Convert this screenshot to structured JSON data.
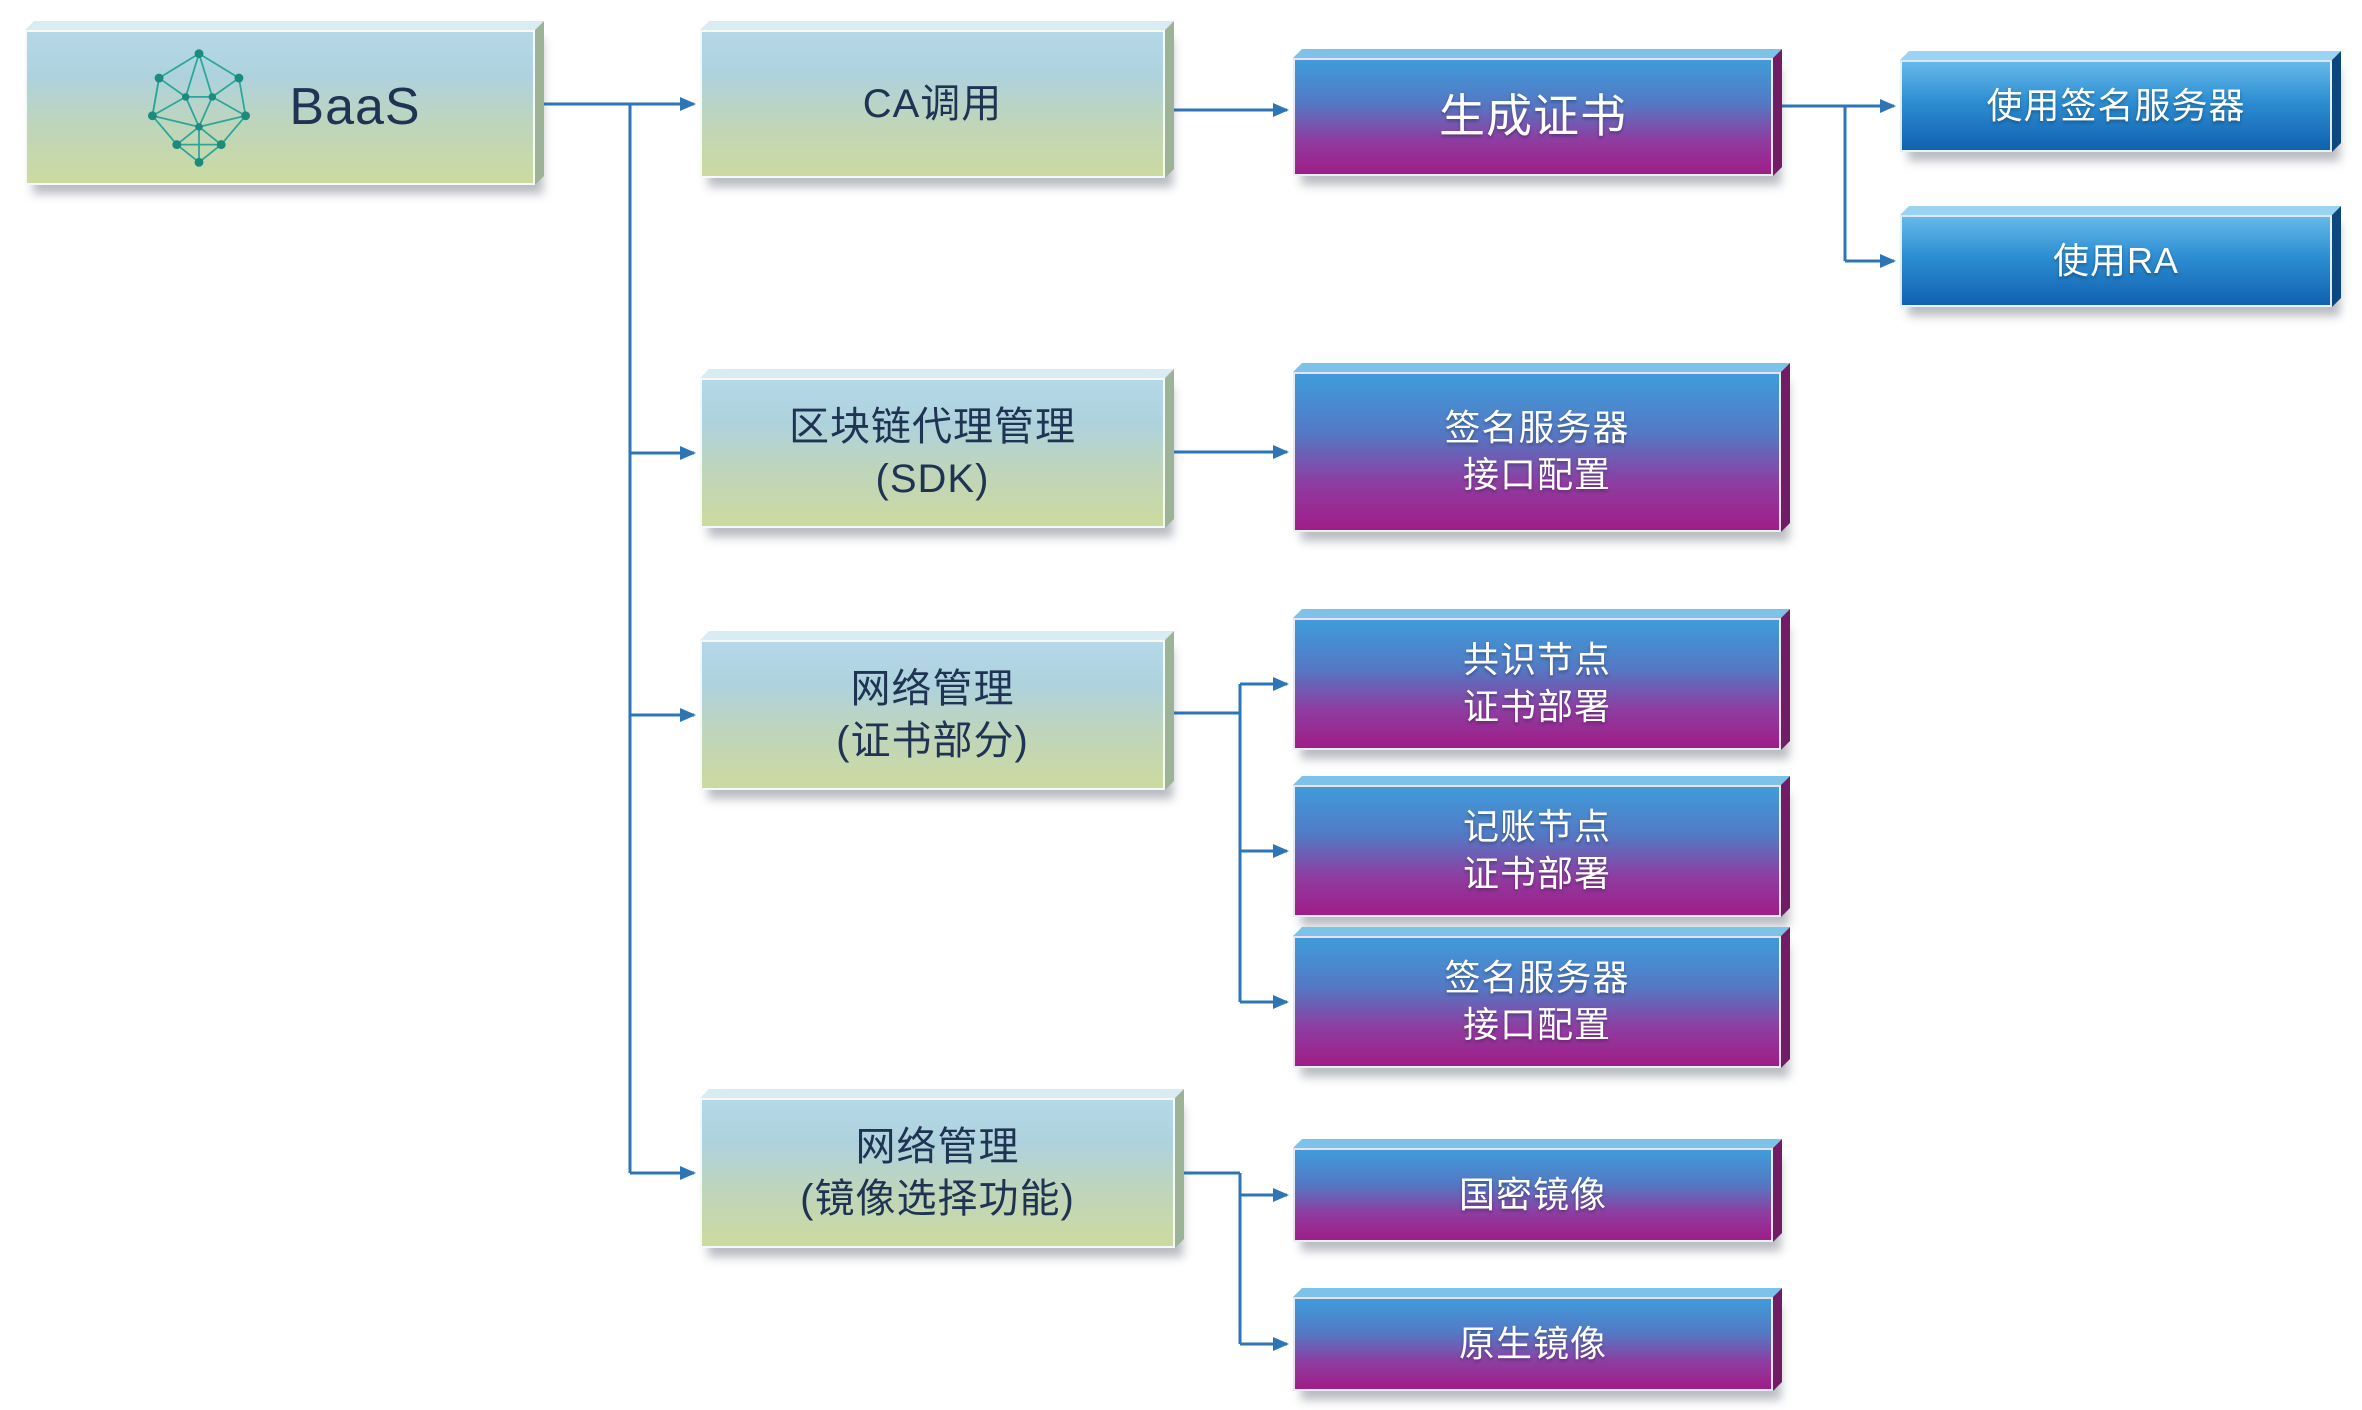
{
  "diagram": {
    "colors": {
      "connector": "#2E75B6",
      "light_box_top": "#B4D8E7",
      "light_box_bottom": "#CCDAA0",
      "gradient_box_top": "#3F9CDA",
      "gradient_box_bottom": "#A01D87",
      "blue_box_top": "#66B9E9",
      "blue_box_bottom": "#1161AF",
      "icon_teal": "#2AA79B"
    },
    "nodes": {
      "baas": {
        "label": "BaaS"
      },
      "ca_call": {
        "label": "CA调用"
      },
      "gen_cert": {
        "label": "生成证书"
      },
      "use_sign_server": {
        "label": "使用签名服务器"
      },
      "use_ra": {
        "label": "使用RA"
      },
      "sdk_mgmt": {
        "label": "区块链代理管理\n(SDK)"
      },
      "sign_server_cfg_a": {
        "label": "签名服务器\n接口配置"
      },
      "net_mgmt_cert": {
        "label": "网络管理\n(证书部分)"
      },
      "consensus_node": {
        "label": "共识节点\n证书部署"
      },
      "accounting_node": {
        "label": "记账节点\n证书部署"
      },
      "sign_server_cfg_b": {
        "label": "签名服务器\n接口配置"
      },
      "net_mgmt_image": {
        "label": "网络管理\n(镜像选择功能)"
      },
      "gm_image": {
        "label": "国密镜像"
      },
      "native_image": {
        "label": "原生镜像"
      }
    },
    "edges": [
      {
        "from": "baas",
        "to": "ca_call"
      },
      {
        "from": "baas",
        "to": "sdk_mgmt"
      },
      {
        "from": "baas",
        "to": "net_mgmt_cert"
      },
      {
        "from": "baas",
        "to": "net_mgmt_image"
      },
      {
        "from": "ca_call",
        "to": "gen_cert"
      },
      {
        "from": "gen_cert",
        "to": "use_sign_server"
      },
      {
        "from": "gen_cert",
        "to": "use_ra"
      },
      {
        "from": "sdk_mgmt",
        "to": "sign_server_cfg_a"
      },
      {
        "from": "net_mgmt_cert",
        "to": "consensus_node"
      },
      {
        "from": "net_mgmt_cert",
        "to": "accounting_node"
      },
      {
        "from": "net_mgmt_cert",
        "to": "sign_server_cfg_b"
      },
      {
        "from": "net_mgmt_image",
        "to": "gm_image"
      },
      {
        "from": "net_mgmt_image",
        "to": "native_image"
      }
    ]
  }
}
